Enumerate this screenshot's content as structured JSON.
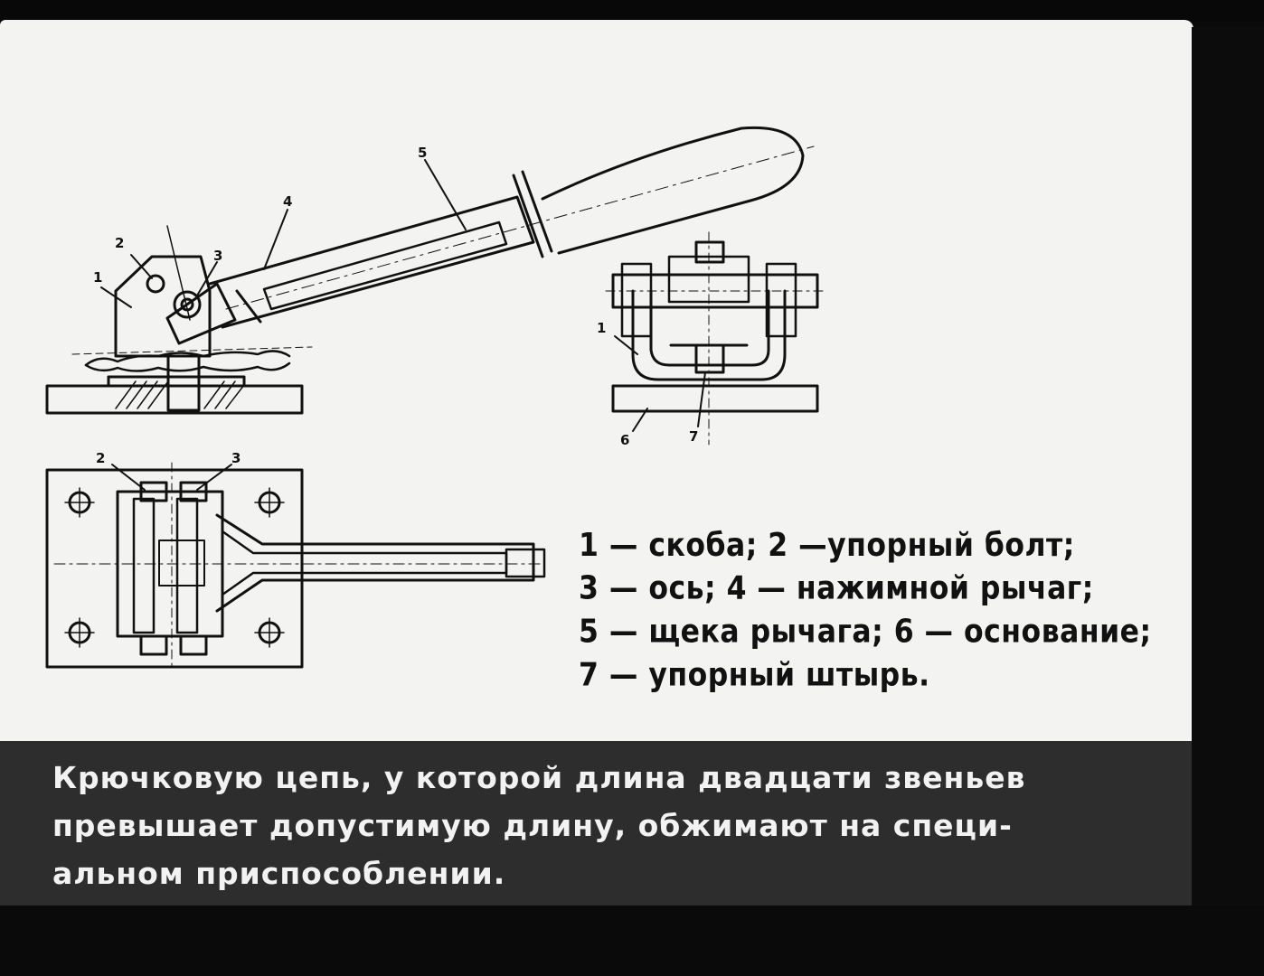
{
  "callouts": {
    "side": [
      "1",
      "2",
      "3",
      "4",
      "5"
    ],
    "front": [
      "1",
      "6",
      "7"
    ],
    "plan": [
      "2",
      "3"
    ]
  },
  "legend": [
    "1 — скоба; 2 —упорный болт;",
    "3 — ось; 4 — нажимной рычаг;",
    "5 — щека рычага; 6 — основание;",
    "7 — упорный штырь."
  ],
  "caption": [
    "Крючковую цепь, у которой длина двадцати звеньев",
    "превышает допустимую длину, обжимают на специ-",
    "альном приспособлении."
  ],
  "colors": {
    "ink": "#111111",
    "paper": "#f3f3f1",
    "band": "#2d2d2d"
  }
}
